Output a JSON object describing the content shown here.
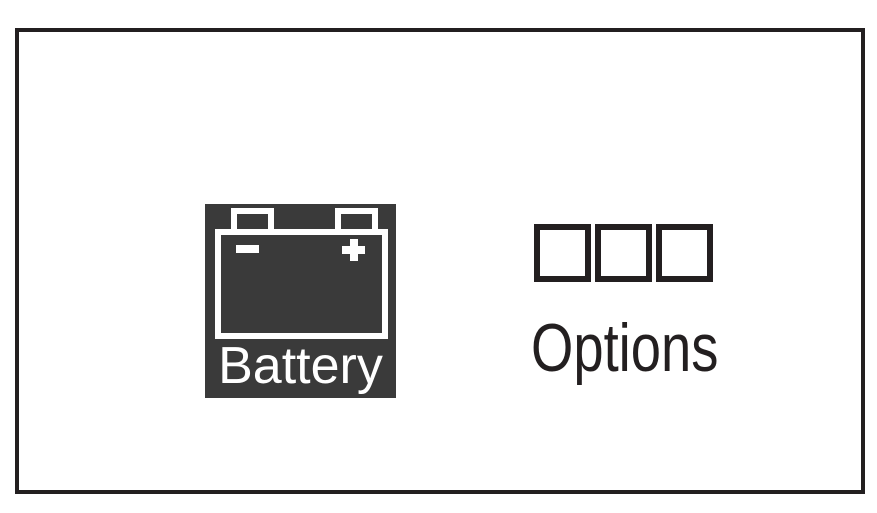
{
  "colors": {
    "ink": "#231f20",
    "page_bg": "#ffffff",
    "tile_bg": "#3a3a3a",
    "tile_fg": "#ffffff"
  },
  "battery_button": {
    "label": "Battery"
  },
  "options_button": {
    "label": "Options",
    "square_count": 3
  }
}
